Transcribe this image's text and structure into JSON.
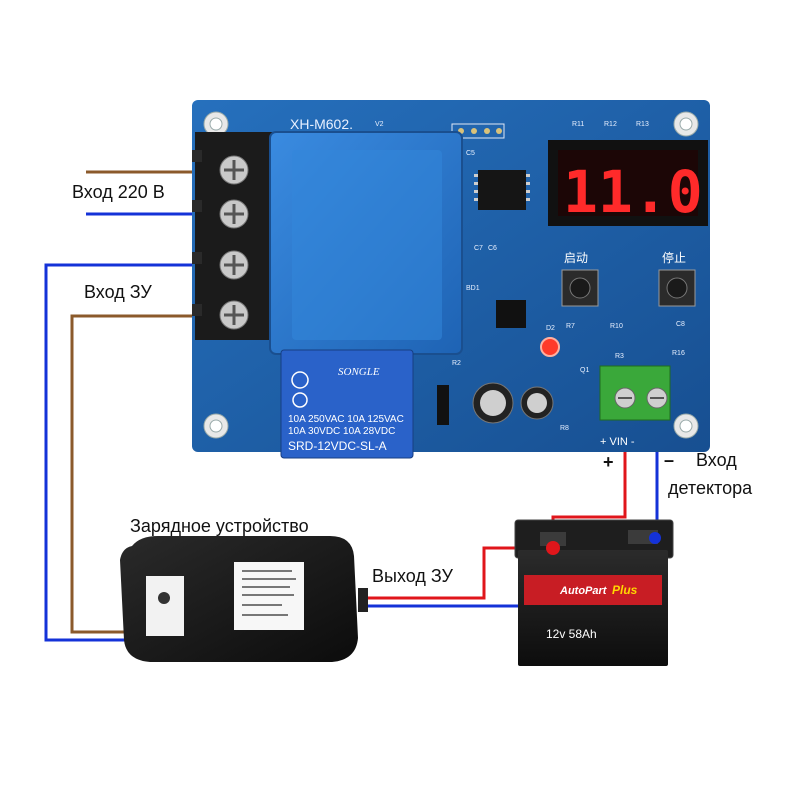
{
  "labels": {
    "input_220": "Вход 220 В",
    "input_charger": "Вход ЗУ",
    "charger": "Зарядное устройство",
    "charger_output": "Выход ЗУ",
    "plus": "+",
    "minus": "–",
    "detector_input_line1": "Вход",
    "detector_input_line2": "детектора"
  },
  "board": {
    "model": "XH-M602.",
    "version": "V2",
    "display": "11.0",
    "btn_start": "启动",
    "btn_stop": "停止",
    "vin_label": "+ VIN -",
    "relay": {
      "brand": "SONGLE",
      "line1": "10A 250VAC  10A 125VAC",
      "line2": "10A  30VDC  10A  28VDC",
      "model": "SRD-12VDC-SL-A"
    },
    "designators": [
      "R11",
      "R12",
      "R13",
      "C5",
      "C7",
      "C6",
      "BD1",
      "D2",
      "R7",
      "R10",
      "C8",
      "R3",
      "R16",
      "Q1",
      "R2",
      "R8"
    ]
  },
  "battery": {
    "brand": "AutoPart",
    "series": "Plus",
    "label": "12v 58Ah"
  },
  "colors": {
    "board": "#1f5fa8",
    "transformer": "#2f7fd0",
    "relay": "#2a62c9",
    "wire_brown": "#8b5a2b",
    "wire_blue": "#1432d8",
    "wire_red": "#e0161b",
    "display_digit": "#ff2a2a",
    "terminal_green": "#3aa83a"
  }
}
